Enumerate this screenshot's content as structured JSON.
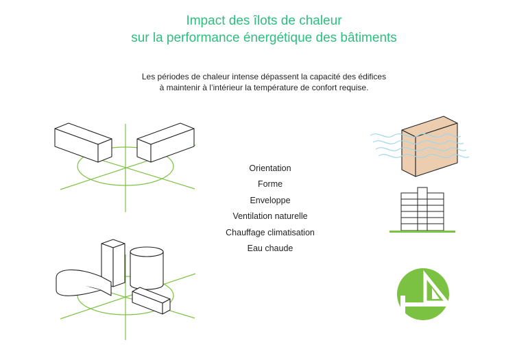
{
  "title": {
    "line1": "Impact des îlots de chaleur",
    "line2": "sur la performance énergétique des bâtiments"
  },
  "subtitle": {
    "line1": "Les périodes de chaleur intense dépassent la capacité des édifices",
    "line2": "à maintenir à l’intérieur la température de confort requise."
  },
  "factors": [
    "Orientation",
    "Forme",
    "Enveloppe",
    "Ventilation naturelle",
    "Chauffage climatisation",
    "Eau chaude"
  ],
  "colors": {
    "title": "#2ebd7e",
    "accent_green": "#7cc242",
    "building_fill": "#eccdb0",
    "wave": "#9fd8ea",
    "line": "#222222"
  },
  "icons": {
    "orientation": "building-orientation-icon",
    "shape": "building-forms-icon",
    "envelope": "envelope-heat-icon",
    "building": "multi-storey-building-icon",
    "tools": "set-square-t-ruler-icon"
  }
}
